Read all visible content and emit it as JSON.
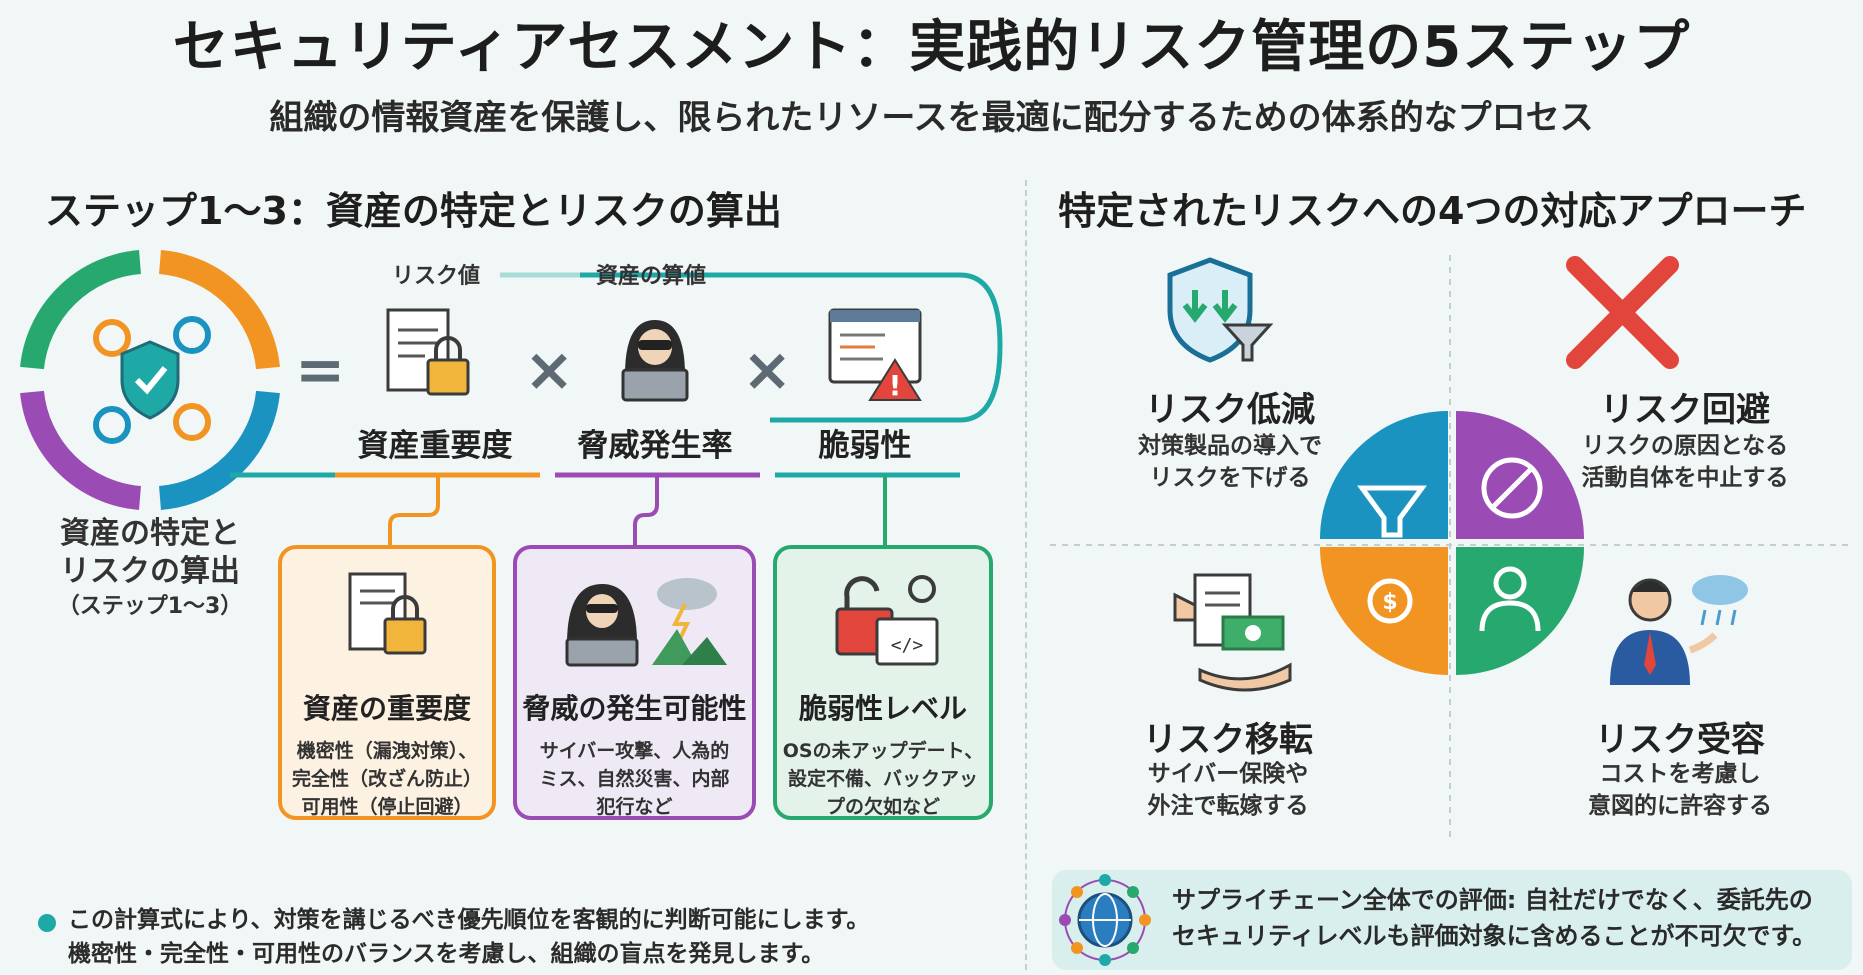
{
  "header": {
    "title": "セキュリティアセスメント：実践的リスク管理の5ステップ",
    "subtitle": "組織の情報資産を保護し、限られたリソースを最適に配分するための体系的なプロセス"
  },
  "left": {
    "section_title": "ステップ1〜3：資産の特定とリスクの算出",
    "formula": {
      "risk_label": "リスク値",
      "asset_value_label": "資産の算値",
      "equals": "=",
      "times": "×",
      "factors": [
        "資産重要度",
        "脅威発生率",
        "脆弱性"
      ]
    },
    "cycle_caption": {
      "line1": "資産の特定と",
      "line2": "リスクの算出",
      "line3": "（ステップ1〜3）"
    },
    "cards": [
      {
        "title": "資産の重要度",
        "lines": [
          "機密性（漏洩対策）、",
          "完全性（改ざん防止）",
          "可用性（停止回避）"
        ]
      },
      {
        "title": "脅威の発生可能性",
        "lines": [
          "サイバー攻撃、人為的",
          "ミス、自然災害、内部",
          "犯行など"
        ]
      },
      {
        "title": "脆弱性レベル",
        "lines": [
          "OSの未アップデート、",
          "設定不備、バックアッ",
          "プの欠如など"
        ]
      }
    ],
    "note": {
      "line1": "この計算式により、対策を講じるべき優先順位を客観的に判断可能にします。",
      "line2": "機密性・完全性・可用性のバランスを考慮し、組織の盲点を発見します。"
    }
  },
  "right": {
    "section_title": "特定されたリスクへの4つの対応アプローチ",
    "approaches": [
      {
        "title": "リスク低減",
        "lines": [
          "対策製品の導入で",
          "リスクを下げる"
        ]
      },
      {
        "title": "リスク回避",
        "lines": [
          "リスクの原因となる",
          "活動自体を中止する"
        ]
      },
      {
        "title": "リスク移転",
        "lines": [
          "サイバー保険や",
          "外注で転嫁する"
        ]
      },
      {
        "title": "リスク受容",
        "lines": [
          "コストを考慮し",
          "意図的に許容する"
        ]
      }
    ],
    "supply_chain": {
      "line1": "サプライチェーン全体での評価: 自社だけでなく、委託先の",
      "line2": "セキュリティレベルも評価対象に含めることが不可欠です。"
    }
  },
  "colors": {
    "teal": "#1fa9a6",
    "orange": "#f29422",
    "purple": "#9a4cb4",
    "green": "#27a86f",
    "blue": "#1a93c0",
    "red": "#e2453c",
    "card_orange_bg": "#fdf1e2",
    "card_purple_bg": "#eee9f5",
    "card_green_bg": "#e3f3ea"
  }
}
